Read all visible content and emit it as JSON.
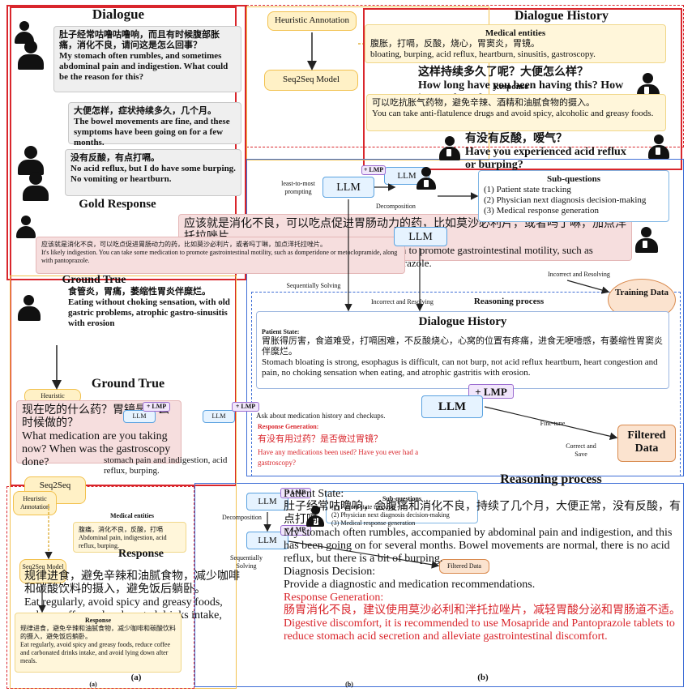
{
  "panels": {
    "a_label": "(a)",
    "b_label": "(b)"
  },
  "top": {
    "dialogue_title": "Dialogue",
    "dialogue_history_title": "Dialogue History",
    "patient_msg1_zh": "肚子经常咕噜咕噜响，而且有时候腹部胀痛，消化不良，请问这是怎么回事？",
    "patient_msg1_en": "My stomach often rumbles, and sometimes abdominal pain and indigestion. What could be the reason for this?",
    "doctor_msg1_zh": "大便怎样，症状持续多久，几个月。",
    "doctor_msg1_en": "The bowel movements are fine, and these symptoms have been going on for a few months.",
    "patient_msg2_zh": "没有反酸，有点打嗝。",
    "patient_msg2_en": "No acid reflux, but I do have some burping.",
    "gold_response_title": "Gold Response",
    "gold_response_short": "No vomiting or heartburn.",
    "response_zh": "应该就是消化不良，可以吃点促进胃肠动力的药，比如莫沙必利片，或者吗丁啉，加点洋托拉唑片。",
    "response_en": "It's likely indigestion. You can take some medication to promote gastrointestinal motility, such as domperidone or metoclopramide, along with pantoprazole.",
    "heuristic_annotation": "Heuristic Annotation",
    "seq2seq_model": "Seq2Seq Model",
    "medical_entities_title": "Medical entities",
    "medical_entities_zh": "腹胀，打嗝，反酸，烧心，胃窦炎，胃镜。",
    "medical_entities_en": "bloating, burping, acid reflux, heartburn, sinusitis, gastroscopy.",
    "history_q_zh": "这样持续多久了呢？大便怎么样？",
    "history_q_en": "How long have you been having this? How is your bowel movement?",
    "response_label": "Response",
    "history_resp_zh": "可以吃抗胀气药物，避免辛辣、酒精和油腻食物的摄入。",
    "history_resp_en": "You can take anti-flatulence drugs and avoid spicy, alcoholic and greasy foods.",
    "history_q2_zh": "有没有反酸，嗳气？",
    "history_q2_en": "Have you experienced acid reflux or burping?"
  },
  "mid": {
    "llm": "LLM",
    "lmp": "+ LMP",
    "least_to_most": "least-to-most prompting",
    "decomposition": "Decomposition",
    "sub_questions_title": "Sub-questions",
    "sub_questions": [
      "(1) Patient state tracking",
      "(2) Physician next diagnosis decision-making",
      "(3) Medical response generation"
    ],
    "sequentially_solving": "Sequentially Solving",
    "incorrect_resolving": "Incorrect and Resolving",
    "reasoning_process": "Reasoning process",
    "training_data": "Training Data",
    "filtered_data": "Filtered Data",
    "fine_tune": "Fine-tune",
    "correct_save": "Correct and Save",
    "ground_truth_title": "Ground True",
    "ground_truth_zh": "食管炎，胃痛，萎缩性胃炎伴糜烂。",
    "ground_truth_en": "Eating without choking sensation, with old gastric problems, atrophic gastro-sinusitis with erosion",
    "dialogue_history_y": "Dialogue History",
    "patient_state_label": "Patient State:",
    "patient_state_zh": "胃胀得厉害，食道难受，打嗝困难，不反酸烧心，心窝的位置有疼痛，进食无哽噎感，有萎缩性胃窦炎伴糜烂。",
    "patient_state_en": "Stomach bloating is strong, esophagus is difficult, can not burp, not acid reflux heartburn, heart congestion and pain, no choking sensation when eating, and atrophic gastritis with erosion.",
    "ask_meds": "Ask about medication history and checkups.",
    "response_gen_label": "Response Generation:",
    "response_gen_zh": "有没有用过药？是否做过胃镜？",
    "response_gen_en": "Have any medications been used? Have you ever had a gastroscopy?"
  },
  "left": {
    "question_zh": "现在吃的什么药？胃镜是什么时候做的？",
    "question_en": "What medication are you taking now? When was the gastroscopy done?",
    "ground_true_title": "Ground True",
    "heuristic": "Heuristic",
    "symptoms_en": "stomach pain and indigestion, acid reflux, burping.",
    "seq2seq": "Seq2Seq",
    "heuristic_annotation": "Heuristic Annotation",
    "medical_entities_title": "Medical entities",
    "entities_zh": "腹痛，消化不良，反酸，打嗝",
    "entities_en": "Abdominal pain, indigestion, acid reflux, burping.",
    "seq2seq_model": "Seq2Seq Model",
    "response_title": "Response",
    "response_big_zh": "规律进食，避免辛辣和油腻食物，减少咖啡和碳酸饮料的摄入，避免饭后躺卧。",
    "response_big_en": "Eat regularly, avoid spicy and greasy foods, reduce coffee and carbonated drinks intake, and avoid lying down after meals.",
    "response_small_zh": "规律进食，避免辛辣和油腻食物，减少咖啡和碳酸饮料的摄入，避免饭后躺卧。",
    "response_small_en": "Eat regularly, avoid spicy and greasy foods, reduce coffee and carbonated drinks intake, and avoid lying down after meals."
  },
  "bottom": {
    "reasoning_title": "Reasoning process",
    "patient_state_label": "Patient State:",
    "patient_state_zh": "肚子经常咕噜响，会腹痛和消化不良，持续了几个月，大便正常，没有反酸，有点打嗝。",
    "patient_state_en": "My stomach often rumbles, accompanied by abdominal pain and indigestion, and this has been going on for several months. Bowel movements are normal, there is no acid reflux, but there is a bit of burping.",
    "diagnosis_label": "Diagnosis Decision:",
    "diagnosis_text": "Provide a diagnostic and medication recommendations.",
    "response_gen_label": "Response Generation:",
    "response_gen_zh": "肠胃消化不良，建议使用莫沙必利和泮托拉唑片，减轻胃酸分泌和胃肠道不适。",
    "response_gen_en": "Digestive discomfort, it is recommended to use Mosapride and Pantoprazole tablets to reduce stomach acid secretion and alleviate gastrointestinal discomfort.",
    "filtered_data": "Filtered Data"
  }
}
